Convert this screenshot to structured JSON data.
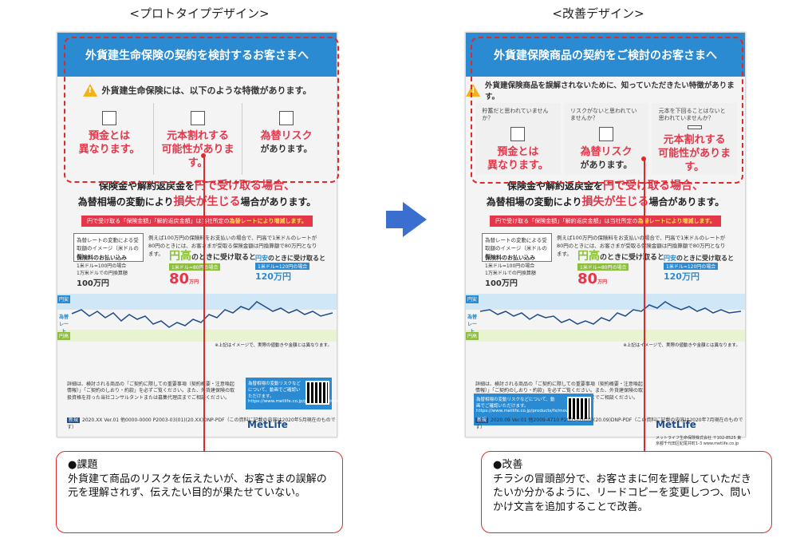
{
  "titles": {
    "left": "<プロトタイプデザイン>",
    "right": "<改善デザイン>"
  },
  "left": {
    "banner": "外貨建生命保険の契約を検討するお客さまへ",
    "intro": "外貨建生命保険には、以下のような特徴があります。",
    "features": [
      {
        "line1": "預金とは",
        "line2": "異なります。",
        "q": ""
      },
      {
        "line1": "元本割れする",
        "line2": "可能性があります。",
        "q": ""
      },
      {
        "line1": "為替リスク",
        "line2": "があります。",
        "q": ""
      }
    ]
  },
  "right": {
    "banner": "外貨建保険商品の契約をご検討のお客さまへ",
    "intro": "外貨建保険商品を誤解されないために、知っていただきたい特徴があります。",
    "features": [
      {
        "q": "貯蓄だと思われていませんか？",
        "line1": "預金とは",
        "line2": "異なります。"
      },
      {
        "q": "リスクがないと思われていませんか？",
        "line1": "為替リスク",
        "line2": "があります。"
      },
      {
        "q": "元本を下回ることはないと思われていませんか？",
        "line1": "元本割れする",
        "line2": "可能性があります。"
      }
    ]
  },
  "shared": {
    "headline1a": "保険金や解約返戻金を",
    "headline1b": "円で受け取る場合、",
    "headline2a": "為替相場の変動により",
    "headline2b": "損失が生じる",
    "headline2c": "場合があります。",
    "pinkbar_a": "円で受け取る「保険金額」「解約返戻金額」は当社所定の",
    "pinkbar_b": "為替レートにより増減します。",
    "ex_label": "為替レートの変動による受取額のイメージ（米ドルの例）",
    "ex_text": "例えば100万円の保険料をお支払いの場合で、円高で1米ドルのレートが80円のときには、お客さまが受取る保険金額は円換算額で80万円となります。",
    "col1_title": "保険料のお払い込み",
    "col1_rate": "1米ドル=100円の場合",
    "col1_sub": "1万米ドルでの円換算額",
    "col1_amt": "100万円",
    "col2_title_a": "円高",
    "col2_title_b": "のときに受け取ると",
    "col2_rate": "1米ドル=80円の場合",
    "col2_amt": "80",
    "col2_unit": "万円",
    "col3_title_a": "円安",
    "col3_title_b": "のときに受け取ると",
    "col3_rate": "1米ドル=120円の場合",
    "col3_amt": "120万円",
    "tag_top": "円安",
    "tag_mid": "為替レート",
    "tag_bot": "円高",
    "note": "※上記はイメージで、実際の値動きや金額とは異なります。",
    "bottom_text": "詳細は、検討される商品の「ご契約に際しての重要事項（契約概要・注意喚起情報）」「ご契約のしおり・約款」を必ずご覧ください。また、外貨建保険の取扱資格を持った当社コンサルタントまたは募集代理店までご相談ください。",
    "qr_text": "為替相場の変動リスクなどについて、動画でご確認いただけます。https://www.metlife.co.jp/products/fx/movie/",
    "metlife": "MetLife",
    "metlife_sub": "メットライフ生命保険株式会社 〒102-8525 東京都千代田区紀尾井町1-3 www.metlife.co.jp"
  },
  "footer_left": {
    "tag": "新規",
    "text": "2020.XX Ver.01 他0000-0000 P2003-03(01)(20.XX)DNP-PDF（この資料に記載の内容は2020年5月現在のものです）"
  },
  "footer_right": {
    "tag": "新規",
    "text": "2020.09 Ver.01 他2009-4710 P2003-03(01)(20.09)DNP-PDF（この資料に記載の内容は2020年7月現在のものです）"
  },
  "callout_left": {
    "head": "●課題",
    "body": "外貨建て商品のリスクを伝えたいが、お客さまの誤解の元を理解されず、伝えたい目的が果たせていない。"
  },
  "callout_right": {
    "head": "●改善",
    "body": "チラシの冒頭部分で、お客さまに何を理解していただきたいか分かるように、リードコピーを変更しつつ、問いかけ文言を追加することで改善。"
  },
  "colors": {
    "banner": "#2a8ad2",
    "accent": "#e6364a",
    "dash": "#e02a2a",
    "arrow": "#3a6fd0"
  }
}
